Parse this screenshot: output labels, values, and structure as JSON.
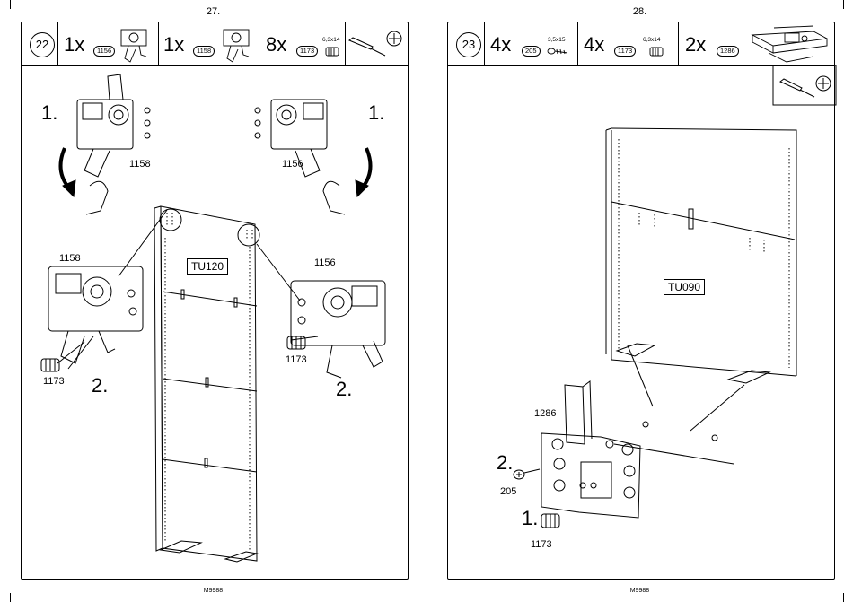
{
  "left_page": {
    "page_number": "27.",
    "footer": "M9988",
    "step": "22",
    "parts": [
      {
        "qty": "1x",
        "id": "1156",
        "dim": ""
      },
      {
        "qty": "1x",
        "id": "1158",
        "dim": ""
      },
      {
        "qty": "8x",
        "id": "1173",
        "dim": "6,3x14"
      }
    ],
    "labels": {
      "step1_left": "1.",
      "step1_right": "1.",
      "hinge_top_left": "1158",
      "hinge_top_right": "1156",
      "hinge_detail_left": "1158",
      "hinge_detail_right": "1156",
      "dowel_left": "1173",
      "dowel_right": "1173",
      "step2_left": "2.",
      "step2_right": "2.",
      "panel": "TU120"
    }
  },
  "right_page": {
    "page_number": "28.",
    "footer": "M9988",
    "step": "23",
    "parts": [
      {
        "qty": "4x",
        "id": "205",
        "dim": "3,5x15"
      },
      {
        "qty": "4x",
        "id": "1173",
        "dim": "6,3x14"
      },
      {
        "qty": "2x",
        "id": "1286",
        "dim": ""
      }
    ],
    "labels": {
      "part_bracket": "1286",
      "step2": "2.",
      "screw": "205",
      "step1": "1.",
      "dowel": "1173",
      "panel": "TU090"
    }
  }
}
